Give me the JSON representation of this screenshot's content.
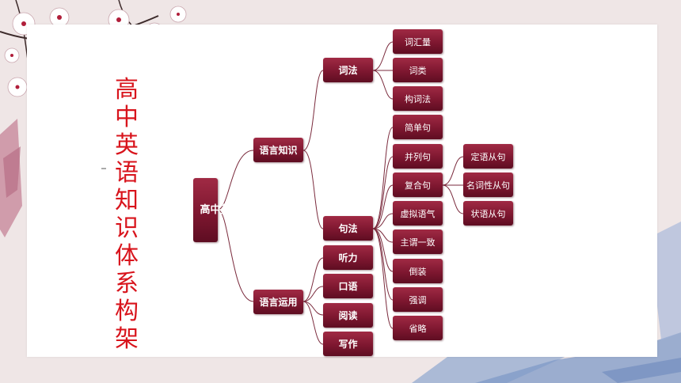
{
  "title": "高中英语知识体系构架",
  "root": "高中英语",
  "branches": {
    "knowledge": "语言知识",
    "usage": "语言运用"
  },
  "knowledge": {
    "lexis": "词法",
    "syntax": "句法"
  },
  "lexis_items": [
    "词汇量",
    "词类",
    "构词法"
  ],
  "syntax_items": [
    "简单句",
    "并列句",
    "复合句",
    "虚拟语气",
    "主谓一致",
    "倒装",
    "强调",
    "省略"
  ],
  "complex_items": [
    "定语从句",
    "名词性从句",
    "状语从句"
  ],
  "usage_items": [
    "听力",
    "口语",
    "阅读",
    "写作"
  ],
  "colors": {
    "node_top": "#a02a44",
    "node_bottom": "#5e0d22",
    "connector": "#7a2a3c",
    "title_red": "#d8141c",
    "page_bg": "#efe6e6"
  }
}
